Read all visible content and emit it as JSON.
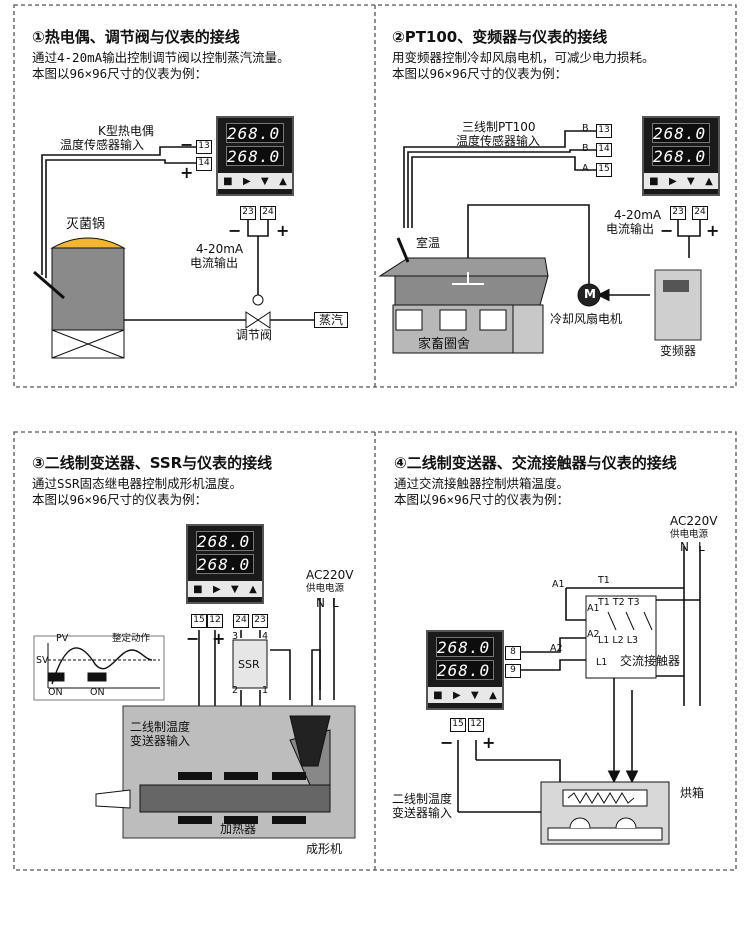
{
  "panels": [
    {
      "title": "①热电偶、调节阀与仪表的接线",
      "desc1": "通过4-20mA输出控制调节阀以控制蒸汽流量。",
      "desc2": "本图以96×96尺寸的仪表为例：",
      "labels": {
        "sensor": "K型热电偶",
        "sensor2": "温度传感器输入",
        "sterilizer": "灭菌锅",
        "current": "4-20mA",
        "current2": "电流输出",
        "valve": "调节阀",
        "steam": "蒸汽"
      },
      "terminals": [
        "13",
        "14",
        "23",
        "24"
      ]
    },
    {
      "title": "②PT100、变频器与仪表的接线",
      "desc1": "用变频器控制冷却风扇电机，可减少电力损耗。",
      "desc2": "本图以96×96尺寸的仪表为例：",
      "labels": {
        "sensor": "三线制PT100",
        "sensor2": "温度传感器输入",
        "room": "室温",
        "barn": "家畜圈舍",
        "fan": "冷却风扇电机",
        "motor": "M",
        "current": "4-20mA",
        "current2": "电流输出",
        "vfd": "变频器"
      },
      "terminals": [
        "13",
        "14",
        "15",
        "23",
        "24"
      ],
      "terminal_letters": [
        "B",
        "B",
        "A"
      ]
    },
    {
      "title": "③二线制变送器、SSR与仪表的接线",
      "desc1": "通过SSR固态继电器控制成形机温度。",
      "desc2": "本图以96×96尺寸的仪表为例：",
      "labels": {
        "pv": "PV",
        "sv": "SV",
        "action": "整定动作",
        "on1": "ON",
        "on2": "ON",
        "power": "AC220V",
        "power2": "供电电源",
        "n": "N",
        "l": "L",
        "ssr": "SSR",
        "transmitter": "二线制温度",
        "transmitter2": "变送器输入",
        "heater": "加热器",
        "machine": "成形机"
      },
      "terminals": [
        "15",
        "12",
        "24",
        "23"
      ],
      "ssr_pins": [
        "3",
        "4",
        "2",
        "1"
      ]
    },
    {
      "title": "④二线制变送器、交流接触器与仪表的接线",
      "desc1": "通过交流接触器控制烘箱温度。",
      "desc2": "本图以96×96尺寸的仪表为例：",
      "labels": {
        "power": "AC220V",
        "power2": "供电电源",
        "n": "N",
        "l": "L",
        "a1": "A1",
        "a2": "A2",
        "t1": "T1",
        "l1": "L1",
        "contactor": "交流接触器",
        "contactor_t": "T1  T2  T3",
        "contactor_l": "L1  L2  L3",
        "ca1": "A1",
        "ca2": "A2",
        "oven": "烘箱",
        "transmitter": "二线制温度",
        "transmitter2": "变送器输入"
      },
      "terminals": [
        "8",
        "9",
        "15",
        "12"
      ]
    }
  ],
  "meter": {
    "pv": "268.0",
    "sv": "268.0"
  },
  "signs": {
    "minus": "−",
    "plus": "+"
  },
  "colors": {
    "dashed_border": "#555555",
    "heater": "#111111",
    "dome": "#f2b632",
    "tank": "#8a8a8a",
    "machine": "#bdbdbd"
  }
}
